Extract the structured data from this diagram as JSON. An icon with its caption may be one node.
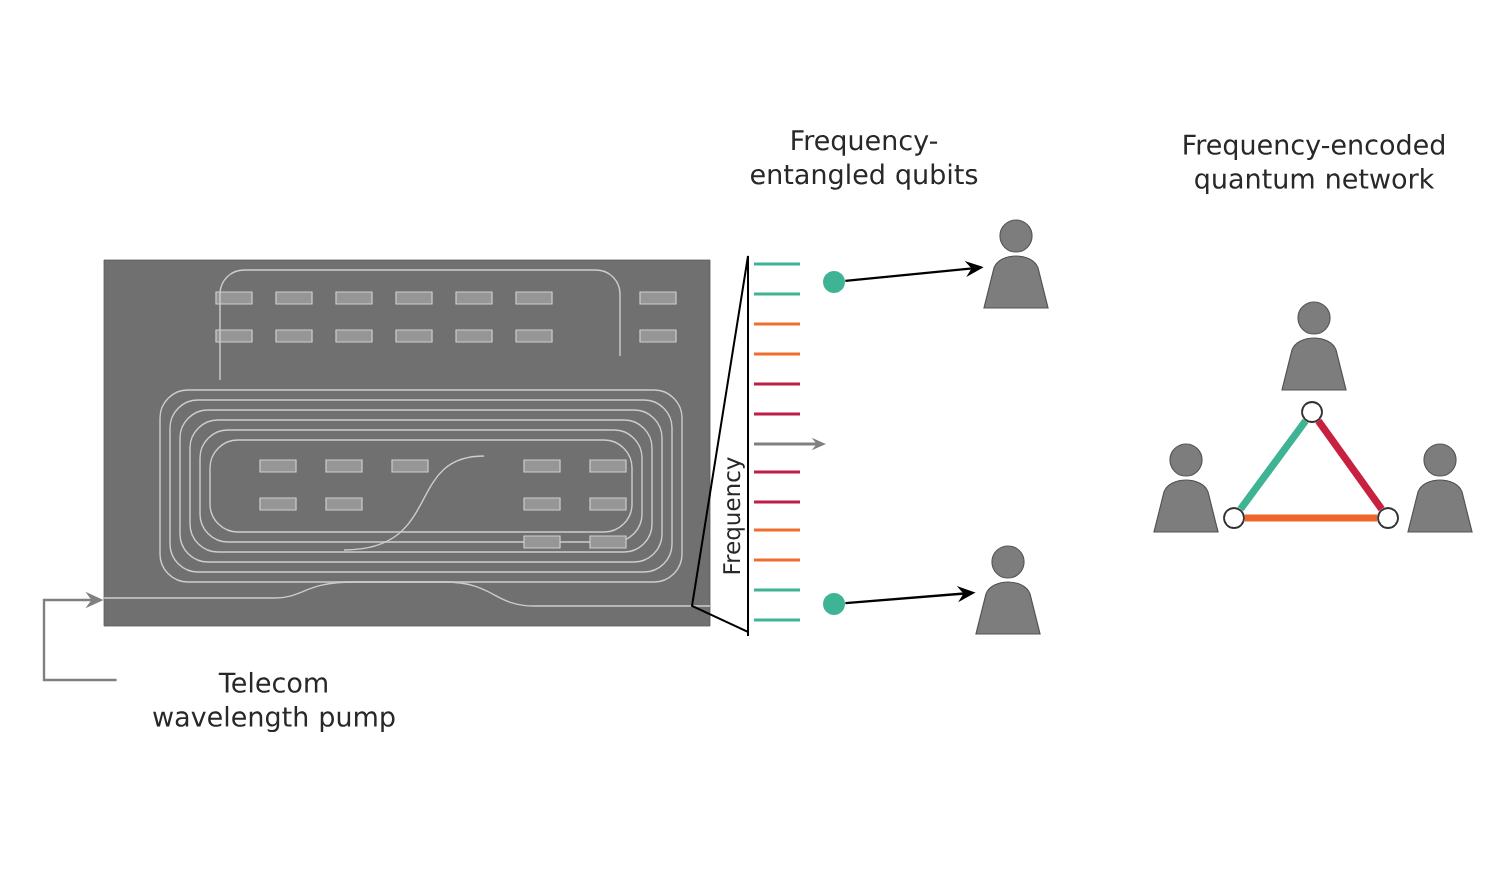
{
  "diagram": {
    "nodes": [
      {
        "text": [],
        "shape": "picture"
      },
      {
        "text": [
          "Telecom wavelength pump"
        ]
      },
      {
        "text": [
          "Frequency"
        ]
      },
      {
        "text": [],
        "shape": "circle"
      },
      {
        "text": [],
        "shape": "circle"
      },
      {
        "text": [],
        "shape": "person"
      },
      {
        "text": [],
        "shape": "person"
      },
      {
        "text": [],
        "shape": "person"
      },
      {
        "text": [],
        "shape": "person"
      },
      {
        "text": [],
        "shape": "person"
      },
      {
        "text": [],
        "shape": "circle"
      },
      {
        "text": [],
        "shape": "circle"
      },
      {
        "text": [],
        "shape": "circle"
      }
    ],
    "edges": [
      {
        "from": 1,
        "to": 0,
        "arrow": "to",
        "color": "#808080"
      },
      {
        "from": 3,
        "to": 5,
        "arrow": "to"
      },
      {
        "from": 4,
        "to": 6,
        "arrow": "to"
      },
      {
        "from": 10,
        "to": 11,
        "arrow": "none",
        "style": "thick",
        "color": "#3fb495"
      },
      {
        "from": 10,
        "to": 12,
        "arrow": "none",
        "style": "thick",
        "color": "#c8213f"
      },
      {
        "from": 11,
        "to": 12,
        "arrow": "none",
        "style": "thick",
        "color": "#f0652a"
      }
    ],
    "labels": [
      "Frequency-entangled qubits",
      "Frequency-encoded quantum network"
    ]
  }
}
